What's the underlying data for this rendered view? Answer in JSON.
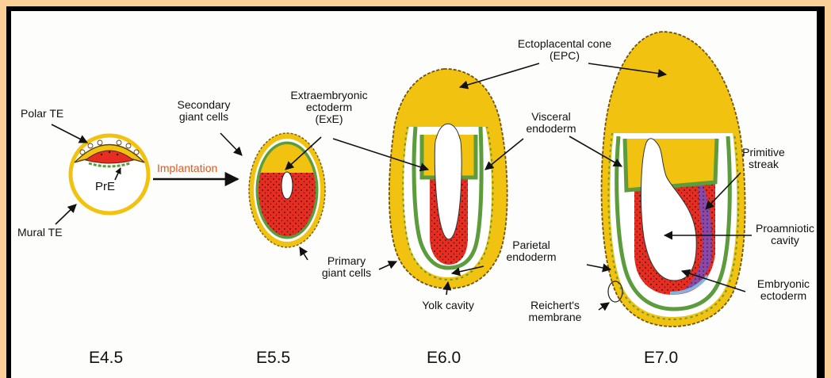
{
  "labels": {
    "polar_te": "Polar TE",
    "pre": "PrE",
    "mural_te": "Mural TE",
    "implantation": "Implantation",
    "secondary_giant_1": "Secondary",
    "secondary_giant_2": "giant cells",
    "exe_1": "Extraembryonic",
    "exe_2": "ectoderm",
    "exe_3": "(ExE)",
    "primary_giant_1": "Primary",
    "primary_giant_2": "giant cells",
    "epc_1": "Ectoplacental cone",
    "epc_2": "(EPC)",
    "visceral_1": "Visceral",
    "visceral_2": "endoderm",
    "parietal_1": "Parietal",
    "parietal_2": "endoderm",
    "yolk_cavity": "Yolk cavity",
    "reicherts_1": "Reichert's",
    "reicherts_2": "membrane",
    "primitive_1": "Primitive",
    "primitive_2": "streak",
    "proamniotic_1": "Proamniotic",
    "proamniotic_2": "cavity",
    "embryonic_1": "Embryonic",
    "embryonic_2": "ectoderm"
  },
  "stages": [
    "E4.5",
    "E5.5",
    "E6.0",
    "E7.0"
  ],
  "colors": {
    "frame": "#fad098",
    "trophoblast": "#f1c20f",
    "epiblast": "#e52d22",
    "endoderm": "#5c9c3c",
    "primitive_streak": "#8a49a7",
    "embryonic_ectoderm_edge": "#7fb6e0",
    "implantation_text": "#e2581f"
  }
}
